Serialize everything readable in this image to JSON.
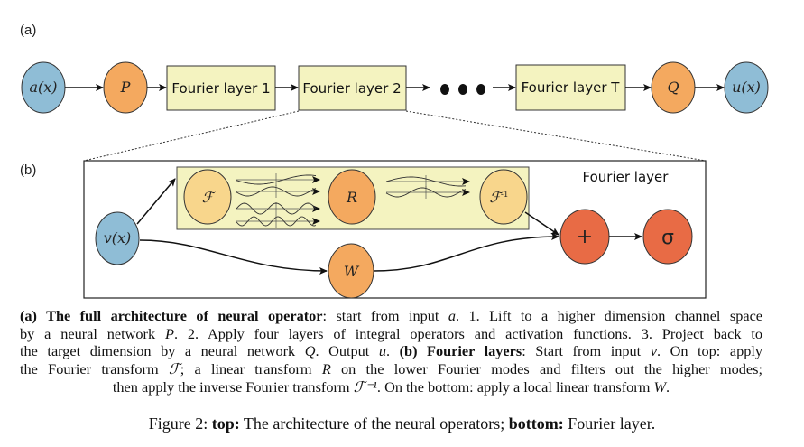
{
  "panel_a": {
    "label": "(a)",
    "input": "a(x)",
    "lift": "P",
    "layers": [
      "Fourier layer 1",
      "Fourier layer 2",
      "Fourier layer T"
    ],
    "project": "Q",
    "output": "u(x)"
  },
  "panel_b": {
    "label": "(b)",
    "title": "Fourier layer",
    "input": "v(x)",
    "fourier": "ℱ",
    "linear": "R",
    "inverse": "ℱ",
    "inverse_sup": "-1",
    "local": "W",
    "sum": "+",
    "activation": "σ"
  },
  "colors": {
    "io": "#8fbdd6",
    "lift": "#f4a95f",
    "layer_box": "#f4f3c0",
    "fft": "#f8d68c",
    "op": "#e86b45"
  },
  "caption": {
    "lines": [
      [
        {
          "t": "(a) The full architecture of neural operator",
          "s": "b"
        },
        {
          "t": ": start from input ",
          "s": ""
        },
        {
          "t": "a",
          "s": "i"
        },
        {
          "t": ". 1. Lift to a higher dimension channel space",
          "s": ""
        }
      ],
      [
        {
          "t": "by a neural network ",
          "s": ""
        },
        {
          "t": "P",
          "s": "i"
        },
        {
          "t": ". 2. Apply four layers of integral operators and activation functions. 3. Project back to",
          "s": ""
        }
      ],
      [
        {
          "t": "the target dimension by a neural network ",
          "s": ""
        },
        {
          "t": "Q",
          "s": "i"
        },
        {
          "t": ". Output ",
          "s": ""
        },
        {
          "t": "u",
          "s": "i"
        },
        {
          "t": ". ",
          "s": ""
        },
        {
          "t": "(b) Fourier layers",
          "s": "b"
        },
        {
          "t": ": Start from input ",
          "s": ""
        },
        {
          "t": "v",
          "s": "i"
        },
        {
          "t": ". On top: apply",
          "s": ""
        }
      ],
      [
        {
          "t": "the Fourier transform ",
          "s": ""
        },
        {
          "t": "ℱ",
          "s": "i"
        },
        {
          "t": "; a linear transform ",
          "s": ""
        },
        {
          "t": "R",
          "s": "i"
        },
        {
          "t": " on the lower Fourier modes and filters out the higher modes;",
          "s": ""
        }
      ],
      [
        {
          "t": "then apply the inverse Fourier transform ",
          "s": ""
        },
        {
          "t": "ℱ⁻¹",
          "s": "i"
        },
        {
          "t": ". On the bottom: apply a local linear transform ",
          "s": ""
        },
        {
          "t": "W",
          "s": "i"
        },
        {
          "t": ".",
          "s": ""
        }
      ]
    ]
  },
  "figure_caption": [
    {
      "t": "Figure 2: ",
      "s": ""
    },
    {
      "t": "top:",
      "s": "b"
    },
    {
      "t": " The architecture of the neural operators; ",
      "s": ""
    },
    {
      "t": "bottom:",
      "s": "b"
    },
    {
      "t": " Fourier layer.",
      "s": ""
    }
  ]
}
